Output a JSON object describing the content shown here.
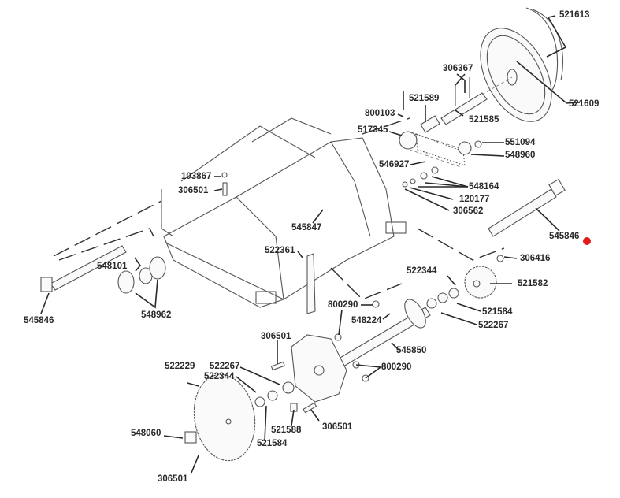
{
  "diagram": {
    "type": "exploded-parts-diagram",
    "subject": "tiller / snow-thrower axle and drive assembly",
    "marker_color": "#e31b1b",
    "labels": [
      {
        "id": "p521613",
        "text": "521613"
      },
      {
        "id": "p306367",
        "text": "306367"
      },
      {
        "id": "p521609",
        "text": "521609"
      },
      {
        "id": "p521589",
        "text": "521589"
      },
      {
        "id": "p800103",
        "text": "800103"
      },
      {
        "id": "p521585",
        "text": "521585"
      },
      {
        "id": "p517345",
        "text": "517345"
      },
      {
        "id": "p551094",
        "text": "551094"
      },
      {
        "id": "p548960",
        "text": "548960"
      },
      {
        "id": "p546927",
        "text": "546927"
      },
      {
        "id": "p103867",
        "text": "103867"
      },
      {
        "id": "p548164",
        "text": "548164"
      },
      {
        "id": "p306501a",
        "text": "306501"
      },
      {
        "id": "p120177",
        "text": "120177"
      },
      {
        "id": "p306562",
        "text": "306562"
      },
      {
        "id": "p545847",
        "text": "545847"
      },
      {
        "id": "p545846r",
        "text": "545846"
      },
      {
        "id": "p522361",
        "text": "522361"
      },
      {
        "id": "p306416",
        "text": "306416"
      },
      {
        "id": "p548101",
        "text": "548101"
      },
      {
        "id": "p522344a",
        "text": "522344"
      },
      {
        "id": "p521582",
        "text": "521582"
      },
      {
        "id": "p545846l",
        "text": "545846"
      },
      {
        "id": "p548962",
        "text": "548962"
      },
      {
        "id": "p800290a",
        "text": "800290"
      },
      {
        "id": "p521584a",
        "text": "521584"
      },
      {
        "id": "p548224",
        "text": "548224"
      },
      {
        "id": "p522267a",
        "text": "522267"
      },
      {
        "id": "p306501b",
        "text": "306501"
      },
      {
        "id": "p545850",
        "text": "545850"
      },
      {
        "id": "p522229",
        "text": "522229"
      },
      {
        "id": "p522267b",
        "text": "522267"
      },
      {
        "id": "p800290b",
        "text": "800290"
      },
      {
        "id": "p522344b",
        "text": "522344"
      },
      {
        "id": "p548060",
        "text": "548060"
      },
      {
        "id": "p521588",
        "text": "521588"
      },
      {
        "id": "p306501c",
        "text": "306501"
      },
      {
        "id": "p521584b",
        "text": "521584"
      },
      {
        "id": "p306501d",
        "text": "306501"
      }
    ]
  }
}
